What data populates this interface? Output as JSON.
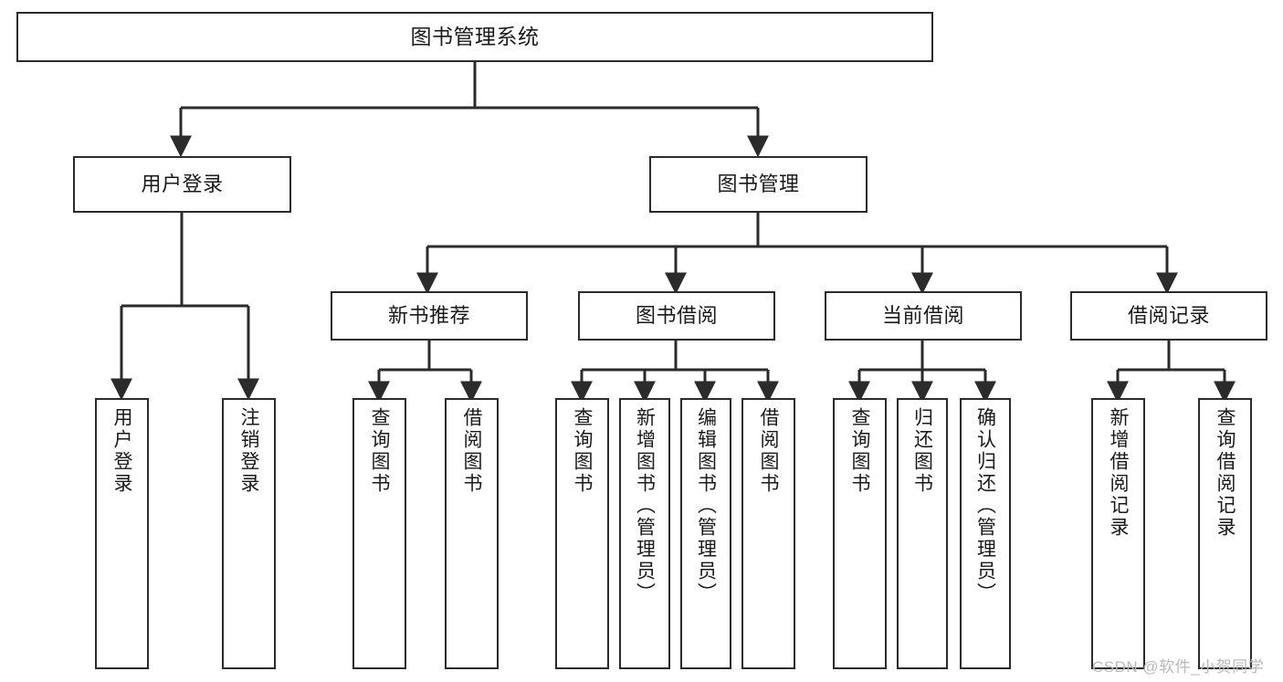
{
  "diagram": {
    "type": "tree-hierarchy",
    "title": "图书管理系统",
    "root": {
      "label": "图书管理系统"
    },
    "level1": [
      {
        "id": "user-login",
        "label": "用户登录"
      },
      {
        "id": "book-manage",
        "label": "图书管理"
      }
    ],
    "level2": [
      {
        "id": "new-book-recommend",
        "label": "新书推荐",
        "parent": "book-manage"
      },
      {
        "id": "book-borrow",
        "label": "图书借阅",
        "parent": "book-manage"
      },
      {
        "id": "current-borrow",
        "label": "当前借阅",
        "parent": "book-manage"
      },
      {
        "id": "borrow-record",
        "label": "借阅记录",
        "parent": "book-manage"
      }
    ],
    "leaves": [
      {
        "id": "leaf-user-login",
        "label": "用户登录",
        "parent": "user-login"
      },
      {
        "id": "leaf-user-logout",
        "label": "注销登录",
        "parent": "user-login"
      },
      {
        "id": "leaf-query-book-1",
        "label": "查询图书",
        "parent": "new-book-recommend"
      },
      {
        "id": "leaf-borrow-book-1",
        "label": "借阅图书",
        "parent": "new-book-recommend"
      },
      {
        "id": "leaf-query-book-2",
        "label": "查询图书",
        "parent": "book-borrow"
      },
      {
        "id": "leaf-add-book",
        "label": "新增图书（管理员）",
        "parent": "book-borrow"
      },
      {
        "id": "leaf-edit-book",
        "label": "编辑图书（管理员）",
        "parent": "book-borrow"
      },
      {
        "id": "leaf-borrow-book-2",
        "label": "借阅图书",
        "parent": "book-borrow"
      },
      {
        "id": "leaf-query-book-3",
        "label": "查询图书",
        "parent": "current-borrow"
      },
      {
        "id": "leaf-return-book",
        "label": "归还图书",
        "parent": "current-borrow"
      },
      {
        "id": "leaf-confirm-return",
        "label": "确认归还（管理员）",
        "parent": "current-borrow"
      },
      {
        "id": "leaf-add-record",
        "label": "新增借阅记录",
        "parent": "borrow-record"
      },
      {
        "id": "leaf-query-record",
        "label": "查询借阅记录",
        "parent": "borrow-record"
      }
    ],
    "colors": {
      "stroke": "#2b2b2b",
      "fill": "#ffffff",
      "text": "#1a1a1a",
      "watermark": "#b9b9b9"
    }
  },
  "watermark": {
    "text": "CSDN @软件_小贺同学"
  }
}
